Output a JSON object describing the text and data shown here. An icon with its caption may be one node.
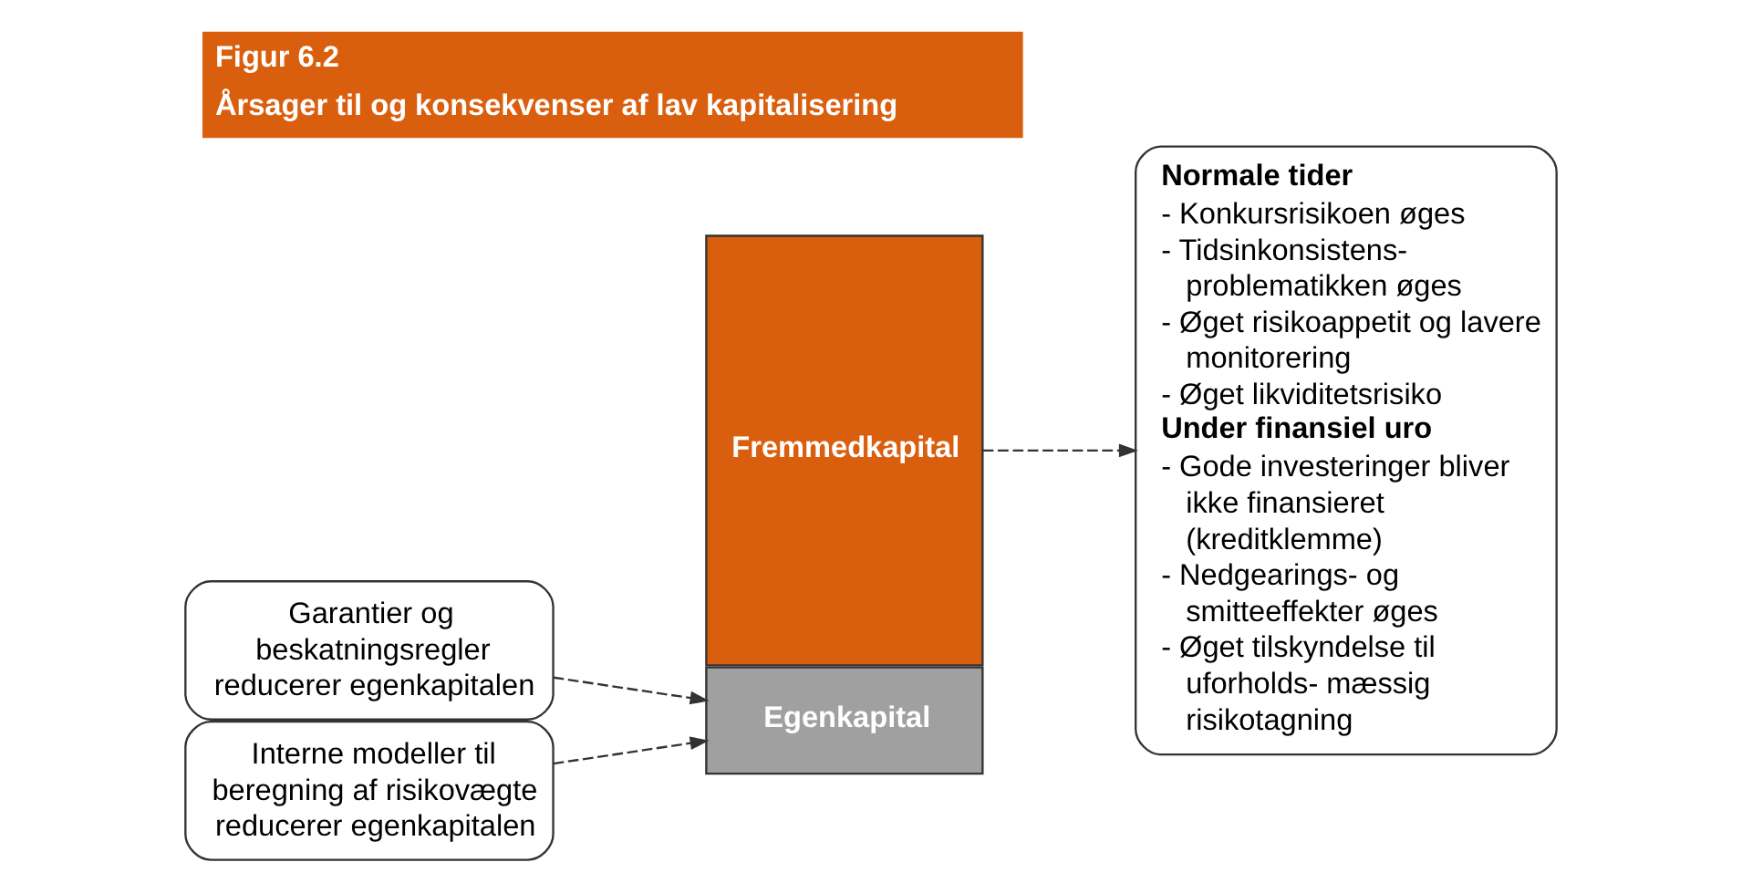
{
  "diagram": {
    "title": "Figur 6.2",
    "caption": "Årsager til og konsekvenser af lav kapitalisering",
    "nodes": [
      {
        "text": [
          "Garantier og beskatningsregler reducerer egenkapitalen"
        ]
      },
      {
        "text": [
          "Interne modeller til beregning af risikovægte reducerer egenkapitalen"
        ]
      },
      {
        "text": [
          "Fremmedkapital"
        ]
      },
      {
        "text": [
          "Egenkapital"
        ]
      },
      {
        "text": [
          "Normale tider",
          "- Konkursrisikoen øges",
          "- Tidsinkonsistens- problematikken øges",
          "- Øget risikoappetit og lavere monitorering",
          "- Øget likviditetsrisiko",
          "Under finansiel uro",
          "- Gode investeringer bliver ikke finansieret (kreditklemme)",
          "- Nedgearings- og smitteeffekter øges",
          "- Øget tilskyndelse til uforholds- mæssig risikotagning"
        ]
      }
    ],
    "edges": [
      {
        "from": 0,
        "to": 3,
        "arrow": "to",
        "style": "dashed"
      },
      {
        "from": 1,
        "to": 3,
        "arrow": "to",
        "style": "dashed"
      },
      {
        "from": 2,
        "to": 4,
        "arrow": "to",
        "style": "dashed"
      }
    ]
  }
}
